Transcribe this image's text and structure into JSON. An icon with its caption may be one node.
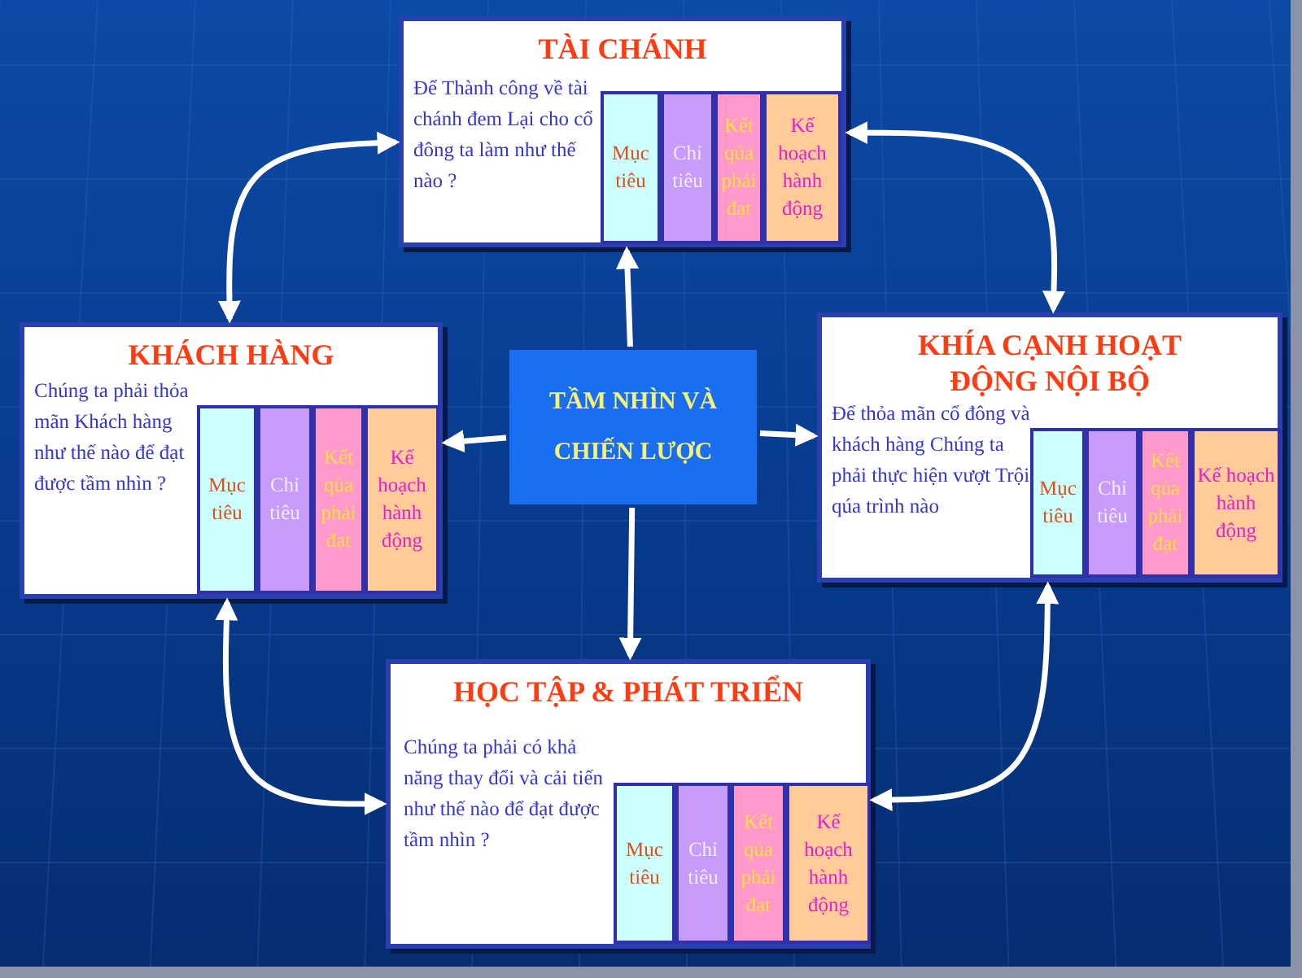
{
  "diagram": {
    "nodes": [
      {
        "text": [
          "TÀI CHÁNH",
          "Để Thành công về tài chánh đem Lại cho cổ đông ta làm như thế nào ?"
        ]
      },
      {
        "text": [
          "Mục tiêu"
        ],
        "in": 0
      },
      {
        "text": [
          "Chỉ tiêu"
        ],
        "in": 0
      },
      {
        "text": [
          "Kết qủa phải đạt"
        ],
        "in": 0
      },
      {
        "text": [
          "Kế hoạch hành động"
        ],
        "in": 0
      },
      {
        "text": [
          "KHÁCH HÀNG",
          "Chúng ta phải thỏa mãn Khách hàng như thế nào để đạt được tầm nhìn ?"
        ]
      },
      {
        "text": [
          "Mục tiêu"
        ],
        "in": 5
      },
      {
        "text": [
          "Chỉ tiêu"
        ],
        "in": 5
      },
      {
        "text": [
          "Kết qủa phải đạt"
        ],
        "in": 5
      },
      {
        "text": [
          "Kế hoạch hành động"
        ],
        "in": 5
      },
      {
        "text": [
          "TẦM NHÌN VÀ CHIẾN LƯỢC"
        ]
      },
      {
        "text": [
          "KHÍA CẠNH HOẠT ĐỘNG NỘI BỘ",
          "Để thỏa mãn cổ đông và khách hàng Chúng ta phải thực hiện vượt Trội qúa trình nào"
        ]
      },
      {
        "text": [
          "Mục tiêu"
        ],
        "in": 11
      },
      {
        "text": [
          "Chỉ tiêu"
        ],
        "in": 11
      },
      {
        "text": [
          "Kết qủa phải đạt"
        ],
        "in": 11
      },
      {
        "text": [
          "Kế hoạch hành động"
        ],
        "in": 11
      },
      {
        "text": [
          "HỌC TẬP & PHÁT TRIỂN",
          "Chúng ta phải có khả năng thay đổi và cải tiến như thế nào để đạt được tầm nhìn ?"
        ]
      },
      {
        "text": [
          "Mục tiêu"
        ],
        "in": 16
      },
      {
        "text": [
          "Chỉ tiêu"
        ],
        "in": 16
      },
      {
        "text": [
          "Kết qủa phải đạt"
        ],
        "in": 16
      },
      {
        "text": [
          "Kế hoạch hành động"
        ],
        "in": 16
      }
    ],
    "edges": [
      {
        "from": 10,
        "to": 0,
        "arrow": "to"
      },
      {
        "from": 10,
        "to": 5,
        "arrow": "to"
      },
      {
        "from": 10,
        "to": 11,
        "arrow": "to"
      },
      {
        "from": 10,
        "to": 16,
        "arrow": "to"
      },
      {
        "from": 5,
        "to": 0,
        "arrow": "both"
      },
      {
        "from": 0,
        "to": 11,
        "arrow": "both"
      },
      {
        "from": 11,
        "to": 16,
        "arrow": "both"
      },
      {
        "from": 16,
        "to": 5,
        "arrow": "both"
      }
    ]
  }
}
